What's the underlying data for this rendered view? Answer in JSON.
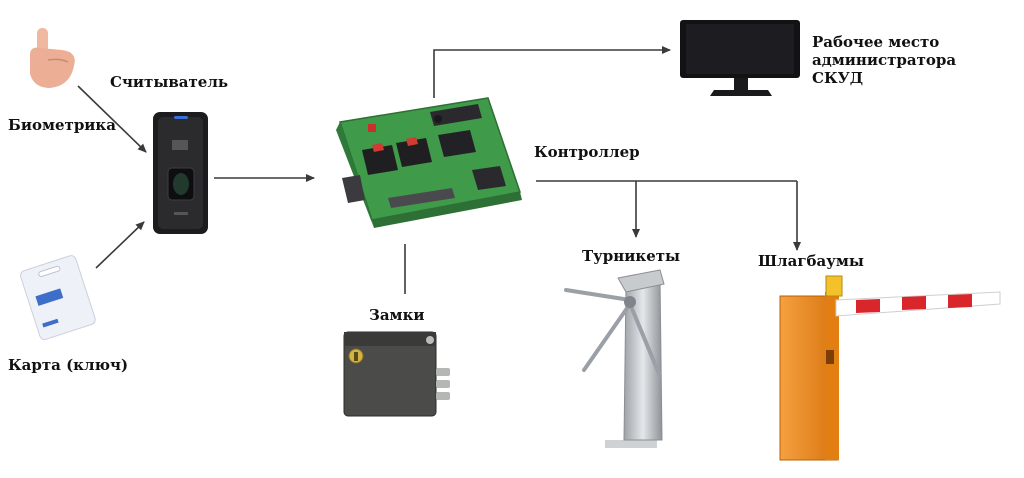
{
  "labels": {
    "reader": "Считыватель",
    "biometrics": "Биометрика",
    "card": "Карта (ключ)",
    "controller": "Контроллер",
    "workstation": "Рабочее место администратора СКУД",
    "locks": "Замки",
    "turnstiles": "Турникеты",
    "barriers": "Шлагбаумы"
  },
  "colors": {
    "line": "#3a3a3a",
    "pcb": "#3f9a4a",
    "barrier_orange": "#f08a1c",
    "barrier_stripe": "#d8262a"
  }
}
